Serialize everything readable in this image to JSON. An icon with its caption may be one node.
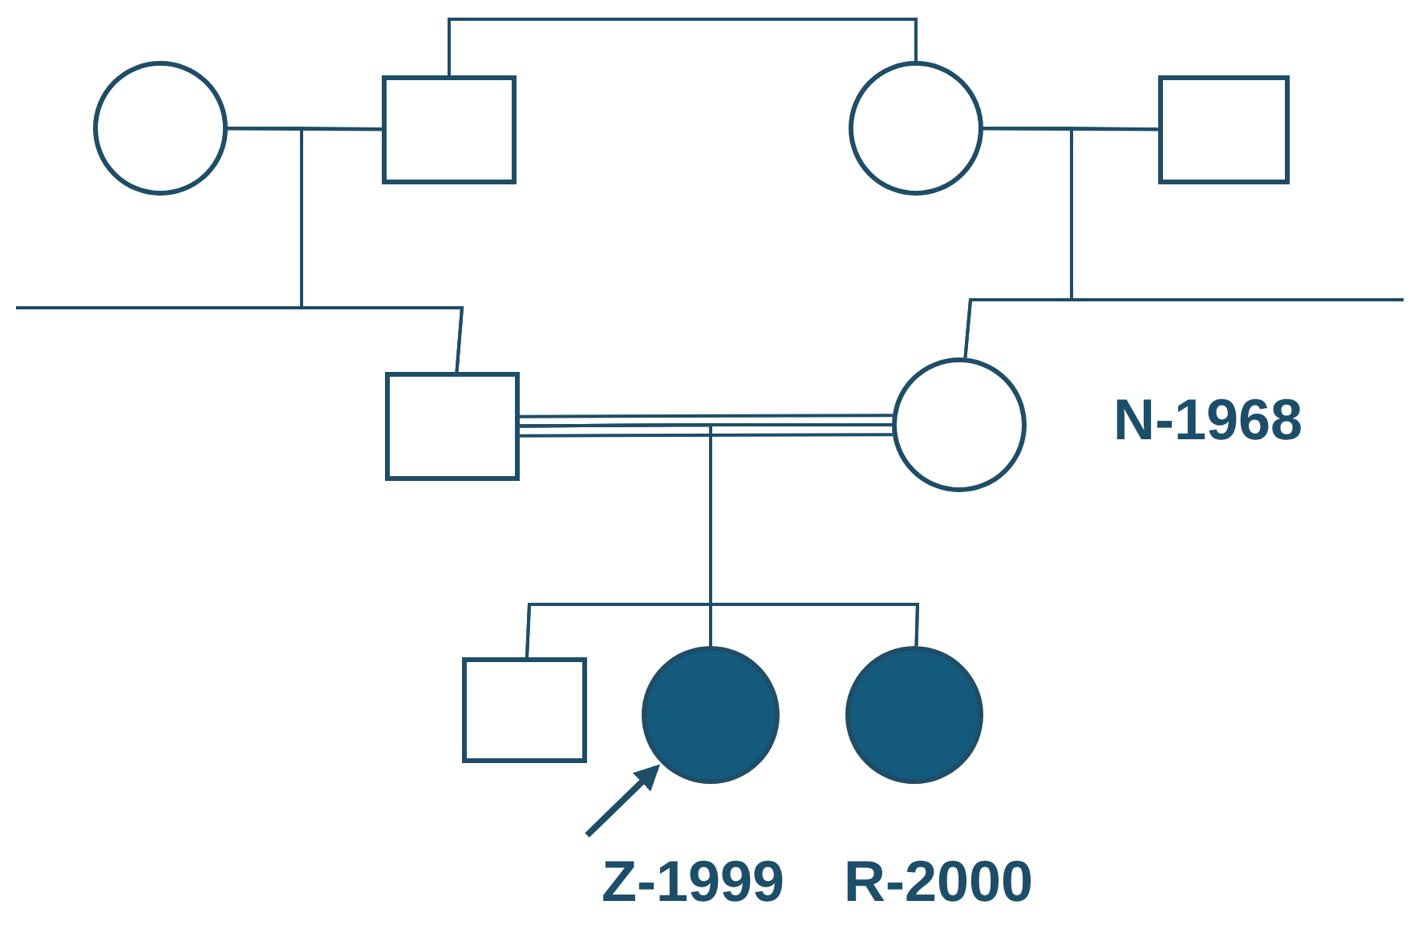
{
  "diagram": {
    "nodes": [
      {
        "text": [],
        "shape": "circle"
      },
      {
        "text": [],
        "shape": "box"
      },
      {
        "text": [],
        "shape": "circle"
      },
      {
        "text": [],
        "shape": "box"
      },
      {
        "text": [],
        "shape": "box"
      },
      {
        "text": [],
        "shape": "circle",
        "beside": [
          "N-1968"
        ]
      },
      {
        "text": [],
        "shape": "box"
      },
      {
        "text": [],
        "shape": "filled-circle",
        "beside": [
          "Z-1999"
        ]
      },
      {
        "text": [],
        "shape": "filled-circle",
        "beside": [
          "R-2000"
        ]
      }
    ],
    "edges": [
      {
        "from": 0,
        "to": 1,
        "arrow": "none"
      },
      {
        "from": 1,
        "to": 2,
        "arrow": "none"
      },
      {
        "from": 2,
        "to": 3,
        "arrow": "none"
      },
      {
        "from": 0,
        "to": 4,
        "arrow": "none"
      },
      {
        "from": 1,
        "to": 4,
        "arrow": "none"
      },
      {
        "from": 2,
        "to": 5,
        "arrow": "none"
      },
      {
        "from": 3,
        "to": 5,
        "arrow": "none"
      },
      {
        "from": 4,
        "to": 5,
        "arrow": "none"
      },
      {
        "from": 4,
        "to": 6,
        "arrow": "none"
      },
      {
        "from": 4,
        "to": 7,
        "arrow": "none"
      },
      {
        "from": 4,
        "to": 8,
        "arrow": "none"
      },
      {
        "from": 5,
        "to": 6,
        "arrow": "none"
      },
      {
        "from": 5,
        "to": 7,
        "arrow": "none"
      },
      {
        "from": 5,
        "to": 8,
        "arrow": "none"
      },
      {
        "from": null,
        "to": 7,
        "arrow": "to",
        "style": "thick"
      }
    ]
  }
}
